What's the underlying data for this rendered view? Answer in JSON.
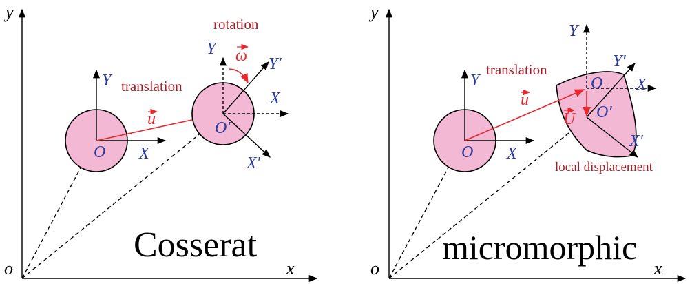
{
  "colors": {
    "disk_fill": "#f2b8d4",
    "axis_blue": "#2b3a9a",
    "label_red": "#a3212a",
    "vector_red": "#e8262b",
    "black": "#000000"
  },
  "left": {
    "title": "Cosserat",
    "axis_x": "x",
    "axis_y": "y",
    "origin": "o",
    "disk1": {
      "center_label": "O",
      "X": "X",
      "Y": "Y"
    },
    "disk2": {
      "center_label": "O′",
      "X": "X",
      "Y": "Y",
      "Xp": "X′",
      "Yp": "Y′"
    },
    "translation": "translation",
    "rotation": "rotation",
    "u_vec": "u",
    "omega_vec": "ω"
  },
  "right": {
    "title": "micromorphic",
    "axis_x": "x",
    "axis_y": "y",
    "origin": "o",
    "disk1": {
      "center_label": "O",
      "X": "X",
      "Y": "Y"
    },
    "shape": {
      "center_label": "O",
      "moved_label": "O′",
      "X": "X",
      "Y": "Y",
      "Xp": "X′",
      "Yp": "Y′"
    },
    "translation": "translation",
    "local_displacement": "local displacement",
    "u_vec": "u",
    "U_vec": "U"
  }
}
